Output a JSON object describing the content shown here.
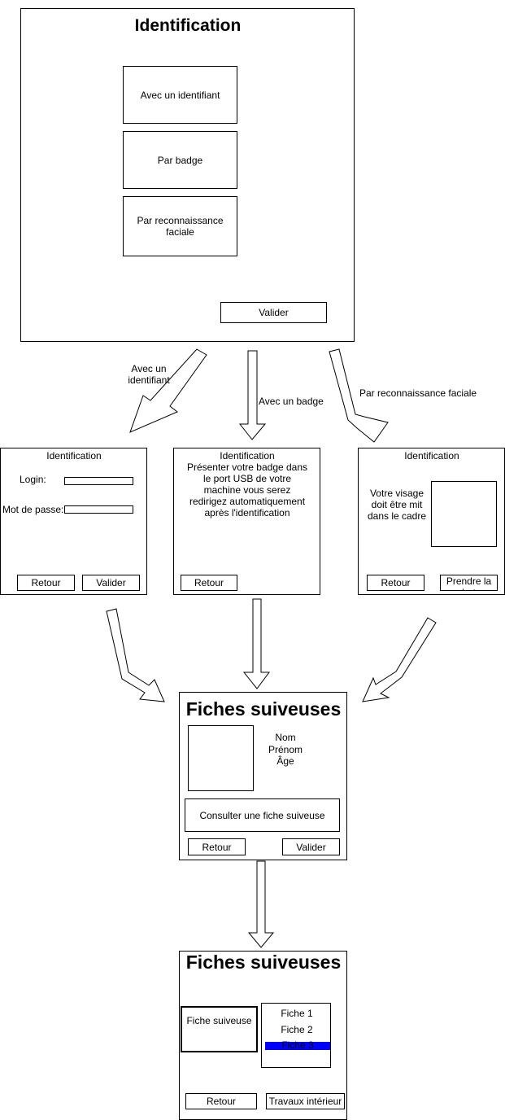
{
  "screen1": {
    "title": "Identification",
    "option_id": "Avec un identifiant",
    "option_badge": "Par badge",
    "option_face": "Par reconnaissance faciale",
    "validate": "Valider"
  },
  "arrow_labels": {
    "left": "Avec un identifiant",
    "middle": "Avec un badge",
    "right": "Par reconnaissance faciale"
  },
  "screen_login": {
    "title": "Identification",
    "login_label": "Login:",
    "password_label": "Mot de passe:",
    "back": "Retour",
    "validate": "Valider"
  },
  "screen_badge": {
    "title": "Identification",
    "text": "Présenter votre badge dans le port USB de votre machine vous serez redirigez automatiquement après l'identification",
    "back": "Retour"
  },
  "screen_face": {
    "title": "Identification",
    "text": "Votre visage doit être mit dans le cadre",
    "back": "Retour",
    "photo": "Prendre la photo"
  },
  "screen_fiches": {
    "title": "Fiches suiveuses",
    "nom": "Nom",
    "prenom": "Prénom",
    "age": "Âge",
    "consult": "Consulter une fiche suiveuse",
    "back": "Retour",
    "validate": "Valider"
  },
  "screen_fiches2": {
    "title": "Fiches suiveuses",
    "fiche_box": "Fiche suiveuse",
    "list": [
      "Fiche 1",
      "Fiche 2",
      "Fiche 3"
    ],
    "selected_index": 2,
    "selected_color": "#0000ff",
    "back": "Retour",
    "work": "Travaux intérieur"
  }
}
